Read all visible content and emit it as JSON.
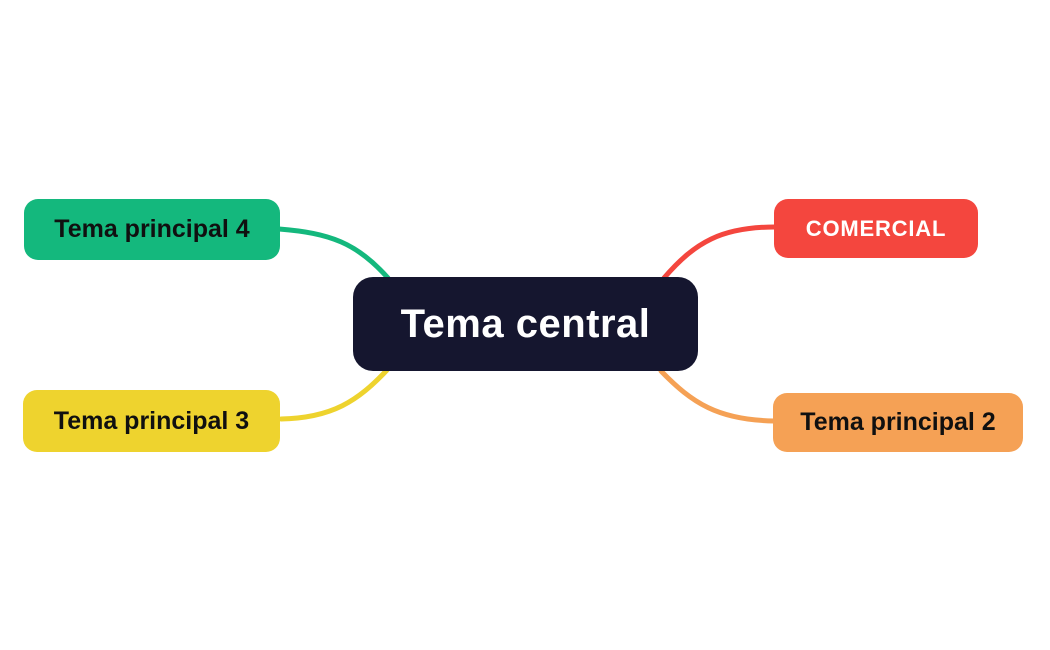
{
  "canvas": {
    "background_color": "#ffffff"
  },
  "central": {
    "label": "Tema central",
    "fill": "#15162f",
    "text_color": "#ffffff"
  },
  "branches": [
    {
      "label": "Tema principal 4",
      "fill": "#14b87d",
      "text_color": "#101010",
      "position": "top-left"
    },
    {
      "label": "COMERCIAL",
      "fill": "#f4463e",
      "text_color": "#ffffff",
      "position": "top-right"
    },
    {
      "label": "Tema principal 3",
      "fill": "#eed32e",
      "text_color": "#101010",
      "position": "bottom-left"
    },
    {
      "label": "Tema principal 2",
      "fill": "#f5a155",
      "text_color": "#101010",
      "position": "bottom-right"
    }
  ]
}
